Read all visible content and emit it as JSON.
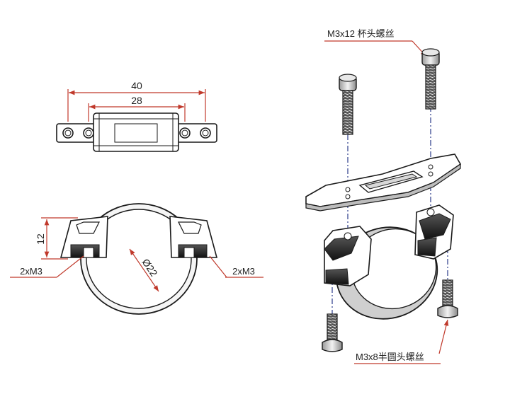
{
  "dimensions": {
    "overall_width": "40",
    "hole_spacing": "28",
    "height": "12",
    "diameter": "Ø22",
    "thread_left": "2xM3",
    "thread_right": "2xM3"
  },
  "callouts": {
    "top_screw": "M3x12 杯头螺丝",
    "bottom_screw": "M3x8半圆头螺丝"
  },
  "colors": {
    "dimension_line": "#c0392b",
    "axis_line": "#2a3a8a",
    "outline": "#1a1a1a"
  }
}
